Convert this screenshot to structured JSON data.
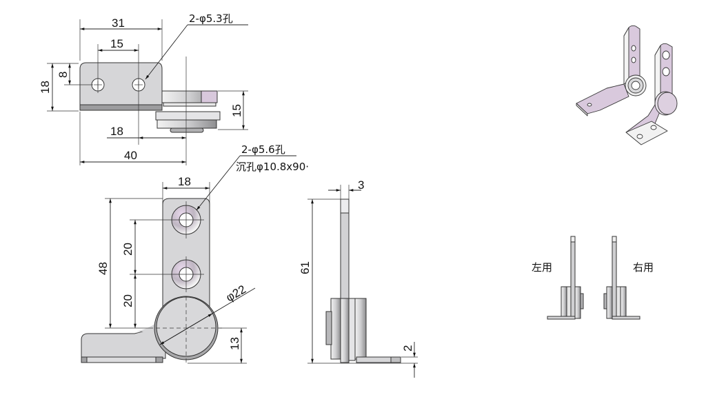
{
  "drawing": {
    "top_view": {
      "dims": {
        "width_31": "31",
        "hole_spacing_15": "15",
        "height_18": "18",
        "hole_offset_8": "8",
        "knuckle_15": "15",
        "offset_18": "18",
        "overall_40": "40"
      },
      "hole_callout": "2-φ5.3孔"
    },
    "front_view": {
      "dims": {
        "width_18": "18",
        "height_48": "48",
        "pitch_20_upper": "20",
        "pitch_20_lower": "20",
        "diameter_22": "φ22",
        "height_13": "13"
      },
      "hole_callout_line1": "2-φ5.6孔",
      "hole_callout_line2": "沉孔φ10.8x90·"
    },
    "side_view": {
      "dims": {
        "thickness_3": "3",
        "height_61": "61",
        "base_2": "2"
      }
    },
    "iso_view": {
      "label": "isometric-pair"
    },
    "handed_views": {
      "left_label": "左用",
      "right_label": "右用"
    },
    "colors": {
      "metal_gray": "#d4d4d6",
      "metal_dark": "#8a8a8c",
      "accent_lilac": "#d8c8dc",
      "line": "#222222"
    }
  }
}
